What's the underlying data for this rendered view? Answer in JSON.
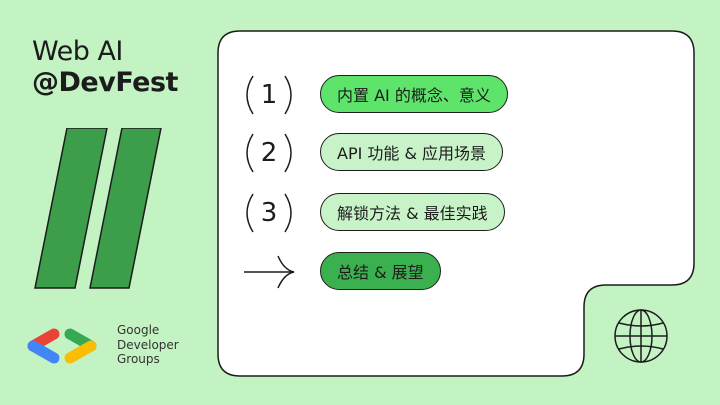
{
  "brand": {
    "line1": "Web AI",
    "line2": "@DevFest"
  },
  "agenda": [
    {
      "marker": "1",
      "label": "内置 AI 的概念、意义"
    },
    {
      "marker": "2",
      "label": "API 功能 & 应用场景"
    },
    {
      "marker": "3",
      "label": "解锁方法 & 最佳实践"
    },
    {
      "marker": "arrow-right-icon",
      "label": "总结 & 展望"
    }
  ],
  "gdg": {
    "line1": "Google",
    "line2": "Developer",
    "line3": "Groups"
  },
  "colors": {
    "background": "#c4f3c3",
    "pill_bright": "#5ee46a",
    "pill_light": "#c8f3c8",
    "pill_dark": "#3bb04e",
    "slash": "#3c9e4a"
  }
}
